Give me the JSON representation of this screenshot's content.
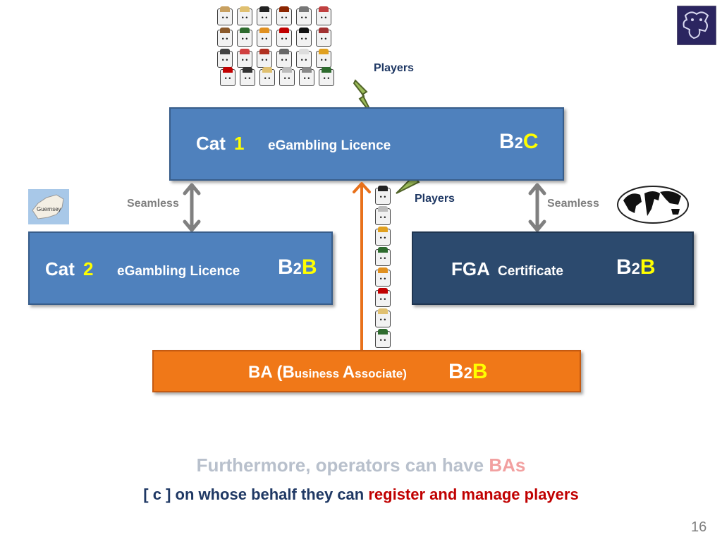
{
  "colors": {
    "cat1_box": "#4f81bd",
    "cat2_box": "#4f81bd",
    "fga_box": "#2c4a6e",
    "ba_box": "#f07818",
    "arrow_orange": "#e8711b",
    "arrow_gray": "#808080",
    "accent_yellow": "#ffff00",
    "accent_red": "#c00000"
  },
  "players_label_top": "Players",
  "players_label_mid": "Players",
  "seamless_left": "Seamless",
  "seamless_right": "Seamless",
  "guernsey_map_label": "Guernsey",
  "cat1": {
    "prefix": "Cat ",
    "num": "1",
    "licence": "eGambling Licence",
    "b2": "B",
    "two": "2",
    "end": "C"
  },
  "cat2": {
    "prefix": "Cat ",
    "num": "2",
    "licence": "eGambling Licence",
    "b2": "B",
    "two": "2",
    "end": "B"
  },
  "fga": {
    "name": "FGA ",
    "cert": "Certificate",
    "b2": "B",
    "two": "2",
    "end": "B"
  },
  "ba": {
    "ba": "BA (",
    "b": "B",
    "usiness": "usiness ",
    "a": "A",
    "ssociate": "ssociate)",
    "b2": "B",
    "two": "2",
    "end": "B"
  },
  "footer": {
    "line1_prefix": "Furthermore, operators can have ",
    "line1_highlight": "BAs",
    "line2_prefix": "[ c ] on whose behalf they can ",
    "line2_highlight": "register and manage players"
  },
  "page_number": "16",
  "icons": [
    "players-faces-icon",
    "lightning-icon",
    "guernsey-map-icon",
    "world-map-icon",
    "crest-logo-icon"
  ]
}
